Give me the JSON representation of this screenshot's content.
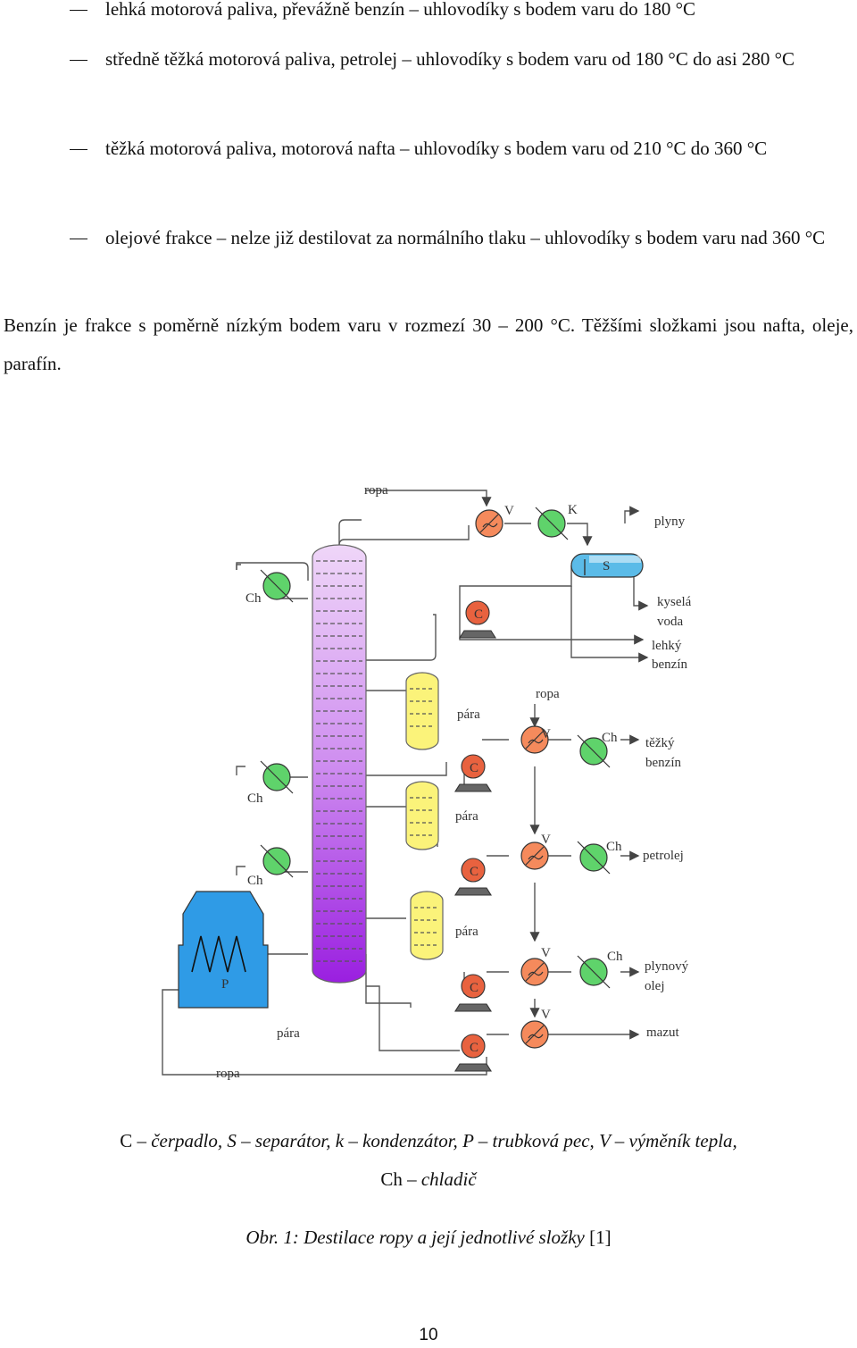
{
  "bullets": [
    "lehká motorová paliva, převážně benzín – uhlovodíky s bodem varu do 180 °C",
    "středně těžká motorová paliva, petrolej – uhlovodíky s bodem varu od 180 °C do asi 280 °C",
    "těžká motorová paliva, motorová nafta – uhlovodíky s bodem varu od 210 °C do 360 °C",
    "olejové frakce – nelze již destilovat za normálního tlaku – uhlovodíky s bodem varu nad 360 °C"
  ],
  "paragraph": "Benzín je frakce s poměrně nízkým bodem varu v rozmezí 30 – 200 °C. Těžšími složkami jsou nafta, oleje, parafín.",
  "figure": {
    "labels": {
      "ropa_top": "ropa",
      "v_top": "V",
      "k": "K",
      "plyny": "plyny",
      "s": "S",
      "kysela_voda_1": "kyselá",
      "kysela_voda_2": "voda",
      "lehky_benzin_1": "lehký",
      "lehky_benzin_2": "benzín",
      "c_top": "C",
      "ch_1": "Ch",
      "ropa_mid": "ropa",
      "para_1": "pára",
      "v_1": "V",
      "ch_r1": "Ch",
      "tezky_benzin_1": "těžký",
      "tezky_benzin_2": "benzín",
      "c_1": "C",
      "ch_2": "Ch",
      "para_2": "pára",
      "v_2": "V",
      "ch_r2": "Ch",
      "petrolej": "petrolej",
      "c_2": "C",
      "ch_3": "Ch",
      "para_3": "pára",
      "v_3": "V",
      "ch_r3": "Ch",
      "plynovy_olej_1": "plynový",
      "plynovy_olej_2": "olej",
      "c_3": "C",
      "p": "P",
      "v_4": "V",
      "para_bottom": "pára",
      "mazut": "mazut",
      "c_4": "C",
      "ropa_bottom": "ropa"
    }
  },
  "legend": {
    "c": "C",
    "c_text": " – čerpadlo, ",
    "s": "S",
    "s_text": " – separátor, ",
    "k": "k",
    "k_text": " – kondenzátor, ",
    "p": "P",
    "p_text": " – trubková pec, ",
    "v": "V",
    "v_text": " – výměník tepla,",
    "ch": "Ch",
    "ch_text": " – chladič"
  },
  "caption": {
    "main": "Obr. 1:  Destilace ropy a její jednotlivé složky",
    "ref": " [1]"
  },
  "page_number": "10",
  "colors": {
    "exchanger": "#f58a5c",
    "cooler": "#5fd36b",
    "pump": "#e8623f",
    "column_top": "#efd6f8",
    "column_bottom": "#9a1fe0",
    "stripper": "#fbf37a",
    "furnace": "#2f9be6",
    "separator": "#5bbbe8"
  }
}
